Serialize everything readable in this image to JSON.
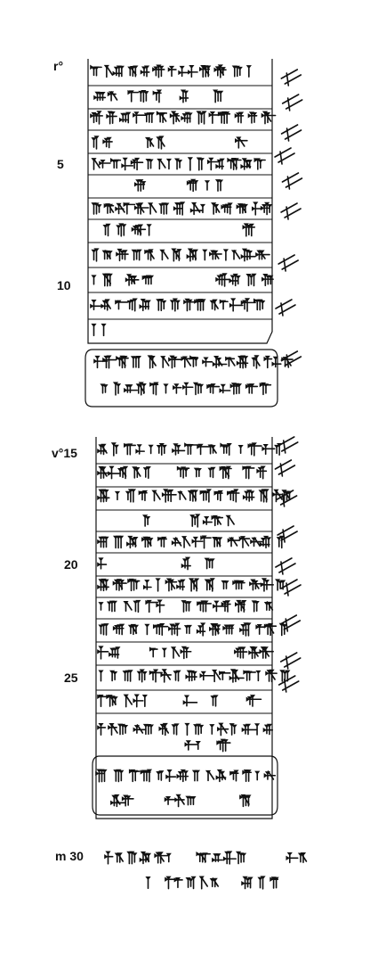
{
  "document": {
    "type": "cuneiform tablet hand copy",
    "labels": {
      "obverse": "r°",
      "line5": "5",
      "line10": "10",
      "reverse": "v°15",
      "line20": "20",
      "line25": "25",
      "margin": "m 30"
    }
  }
}
